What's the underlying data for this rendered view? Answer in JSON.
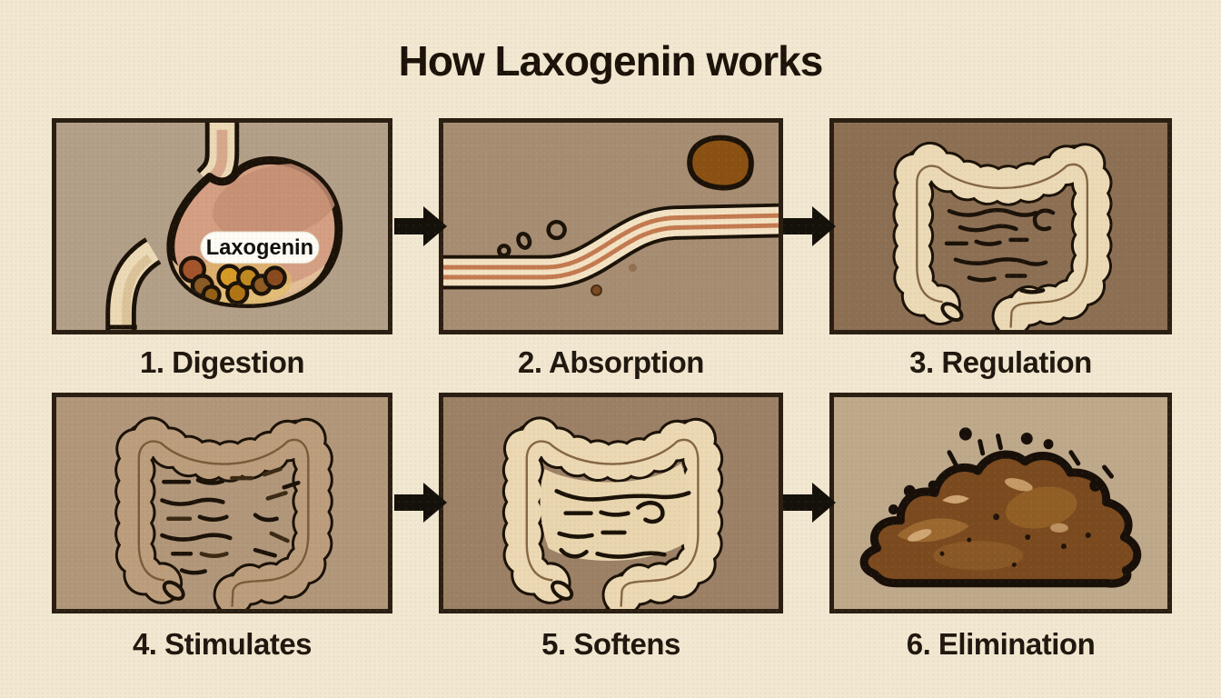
{
  "title": "How Laxogenin works",
  "colors": {
    "page-bg": "#f2e8d1",
    "ink": "#1b1208",
    "panel-border": "#2a1f12",
    "arrow": "#14100a",
    "label-ink": "#20180f"
  },
  "panels": [
    {
      "label": "1. Digestion",
      "illustration": "stomach-digesting-laxogenin-pills",
      "bg": "#b3a089",
      "tag": "Laxogenin"
    },
    {
      "label": "2. Absorption",
      "illustration": "intestinal-wall-nutrient-absorption",
      "bg": "#a78d72"
    },
    {
      "label": "3. Regulation",
      "illustration": "large-intestine-colon",
      "bg": "#8d7054",
      "art": {
        "gut": "#ecdab6"
      }
    },
    {
      "label": "4. Stimulates",
      "illustration": "large-intestine-colon-stimulated",
      "bg": "#b2977a",
      "art": {
        "gut": "#bc9e7d"
      }
    },
    {
      "label": "5. Softens",
      "illustration": "large-intestine-colon-softened-stool",
      "bg": "#9c8166",
      "art": {
        "gut": "#ecd9b4",
        "stool": "#e9d6af"
      }
    },
    {
      "label": "6. Elimination",
      "illustration": "stool-pile",
      "bg": "#bfa98b"
    }
  ]
}
